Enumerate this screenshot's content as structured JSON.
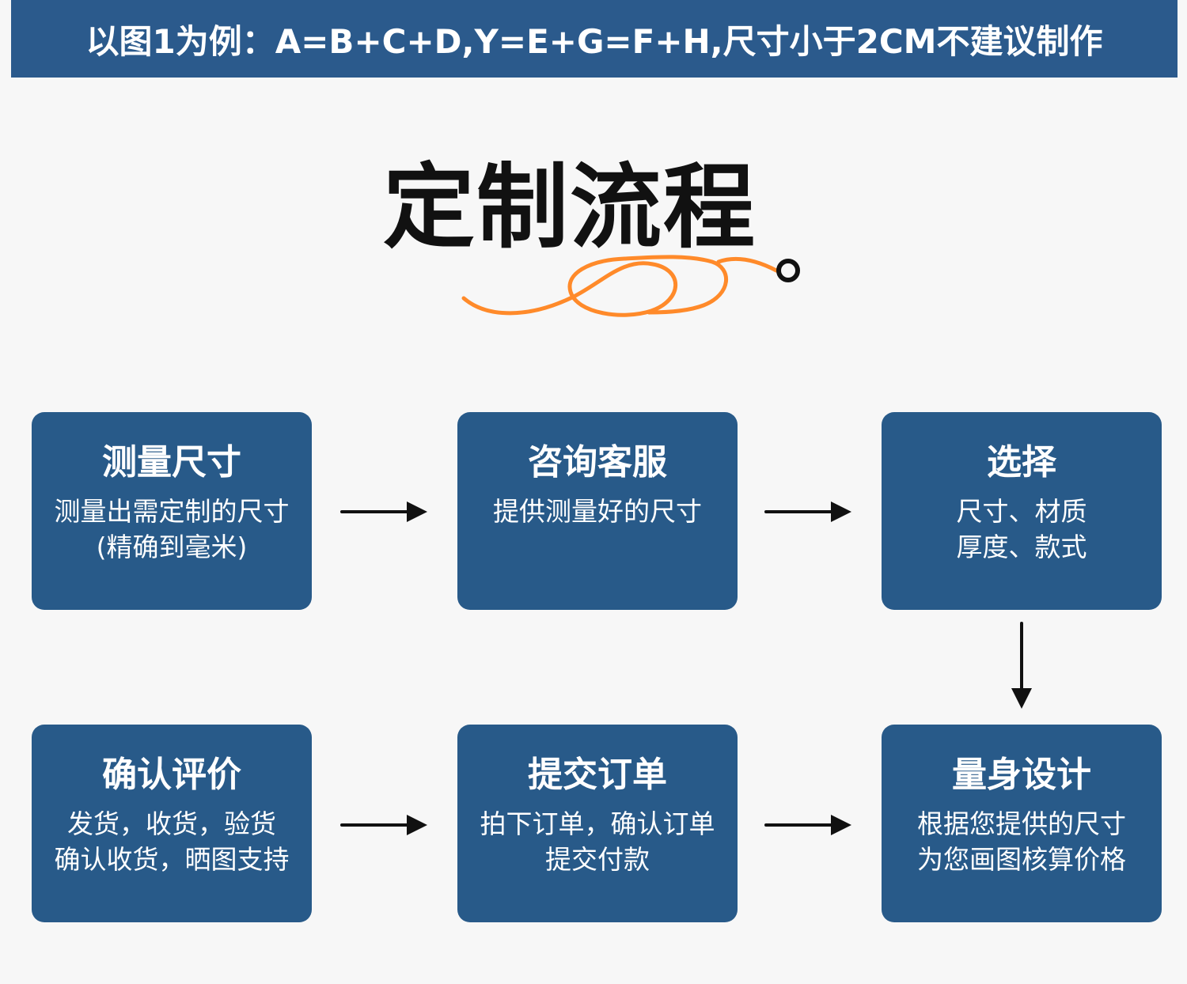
{
  "banner": {
    "text": "以图1为例：A=B+C+D,Y=E+G=F+H,尺寸小于2CM不建议制作"
  },
  "title": {
    "text": "定制流程",
    "ornament": "circle-and-wavy-line",
    "accent_color": "#ff8a2a"
  },
  "colors": {
    "background": "#f7f7f7",
    "box": "#285a89",
    "banner": "#2b5a8c",
    "text_light": "#ffffff",
    "text_dark": "#111111"
  },
  "steps": [
    {
      "title": "测量尺寸",
      "desc_lines": [
        "测量出需定制的尺寸",
        "(精确到毫米)"
      ]
    },
    {
      "title": "咨询客服",
      "desc_lines": [
        "提供测量好的尺寸"
      ]
    },
    {
      "title": "选择",
      "desc_lines": [
        "尺寸、材质",
        "厚度、款式"
      ]
    },
    {
      "title": "确认评价",
      "desc_lines": [
        "发货，收货，验货",
        "确认收货，晒图支持"
      ]
    },
    {
      "title": "提交订单",
      "desc_lines": [
        "拍下订单，确认订单",
        "提交付款"
      ]
    },
    {
      "title": "量身设计",
      "desc_lines": [
        "根据您提供的尺寸",
        "为您画图核算价格"
      ]
    }
  ],
  "flow": {
    "arrow_1": "right",
    "arrow_2": "right",
    "arrow_3": "down",
    "arrow_4": "right",
    "arrow_5": "right"
  }
}
